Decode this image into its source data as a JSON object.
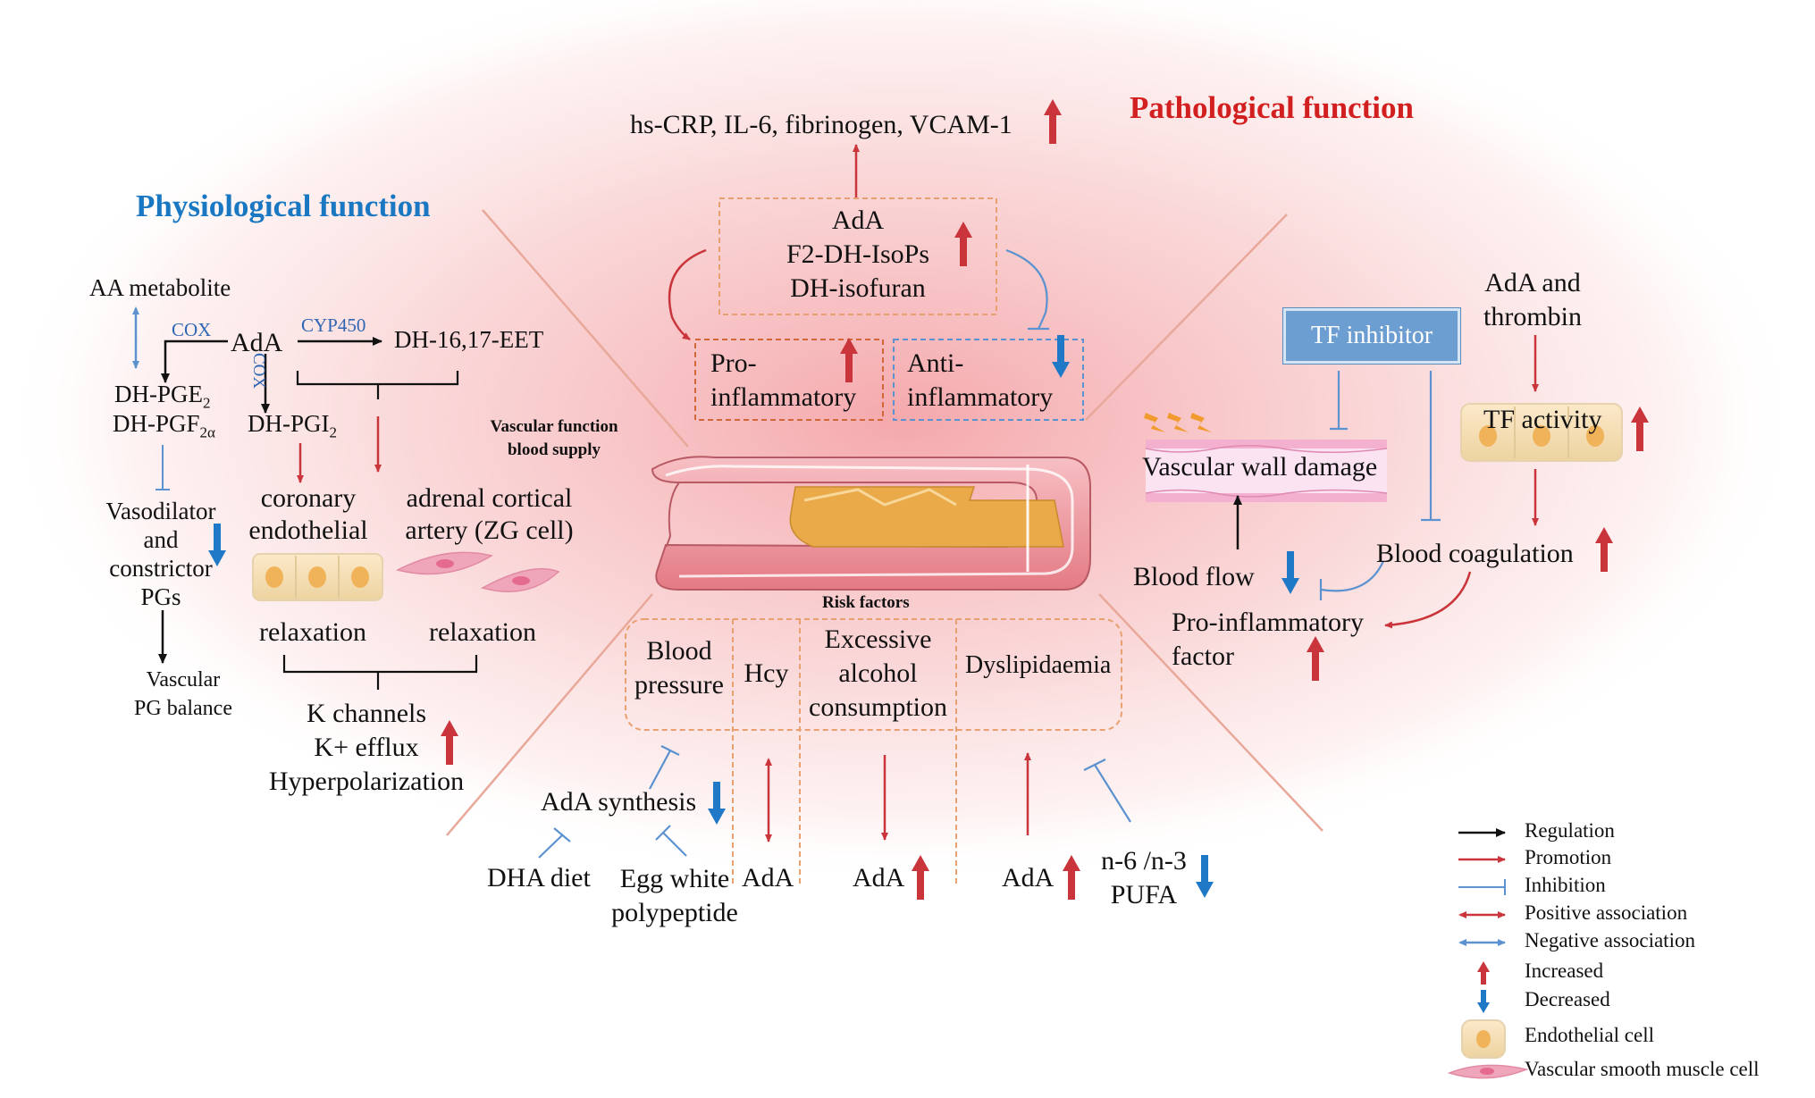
{
  "titles": {
    "physiological": "Physiological function",
    "pathological": "Pathological function"
  },
  "physiological": {
    "aa_metabolite": "AA metabolite",
    "cox_1": "COX",
    "ada": "AdA",
    "cyp450": "CYP450",
    "dh_eet": "DH-16,17-EET",
    "cox_2": "COX",
    "dh_pge2": "DH-PGE",
    "dh_pge2_sub": "2",
    "dh_pgf2a": "DH-PGF",
    "dh_pgf2a_sub": "2α",
    "dh_pgi2": "DH-PGI",
    "dh_pgi2_sub": "2",
    "vasodilator": [
      "Vasodilator",
      "and",
      "constrictor",
      "PGs"
    ],
    "vascular_pg_balance": [
      "Vascular",
      "PG balance"
    ],
    "coronary_endothelial": [
      "coronary",
      "endothelial"
    ],
    "adrenal_cortical": [
      "adrenal cortical",
      "artery (ZG cell)"
    ],
    "relaxation_1": "relaxation",
    "relaxation_2": "relaxation",
    "k_channels": "K channels",
    "k_efflux": "K+ efflux",
    "hyperpolarization": "Hyperpolarization",
    "vascular_function": [
      "Vascular function",
      "blood supply"
    ]
  },
  "center": {
    "markers": "hs-CRP, IL-6, fibrinogen, VCAM-1",
    "ada_box": [
      "AdA",
      "F2-DH-IsoPs",
      "DH-isofuran"
    ],
    "pro_inflammatory": [
      "Pro-",
      "inflammatory"
    ],
    "anti_inflammatory": [
      "Anti-",
      "inflammatory"
    ],
    "risk_factors": "Risk factors"
  },
  "risk_factors": {
    "blood_pressure": [
      "Blood",
      "pressure"
    ],
    "hcy": "Hcy",
    "alcohol": [
      "Excessive",
      "alcohol",
      "consumption"
    ],
    "dyslipidaemia": "Dyslipidaemia",
    "ada_synthesis": "AdA synthesis",
    "dha_diet": "DHA diet",
    "egg_white": [
      "Egg white",
      "polypeptide"
    ],
    "ada_hcy": "AdA",
    "ada_alcohol": "AdA",
    "ada_dys": "AdA",
    "pufa": [
      "n-6 /n-3",
      "PUFA"
    ]
  },
  "pathological": {
    "tf_inhibitor": "TF inhibitor",
    "ada_thrombin": [
      "AdA and",
      "thrombin"
    ],
    "tf_activity": "TF activity",
    "vascular_wall_damage": "Vascular wall damage",
    "blood_flow": "Blood flow",
    "blood_coagulation": "Blood coagulation",
    "pro_inflammatory_factor": [
      "Pro-inflammatory",
      "factor"
    ]
  },
  "legend": [
    {
      "label": "Regulation",
      "symbol": "black-arrow"
    },
    {
      "label": "Promotion",
      "symbol": "red-arrow"
    },
    {
      "label": "Inhibition",
      "symbol": "blue-inhibit"
    },
    {
      "label": "Positive association",
      "symbol": "red-double-arrow"
    },
    {
      "label": "Negative association",
      "symbol": "blue-double-arrow"
    },
    {
      "label": "Increased",
      "symbol": "red-up-arrow"
    },
    {
      "label": "Decreased",
      "symbol": "blue-down-arrow"
    },
    {
      "label": "Endothelial cell",
      "symbol": "endothelial-cell"
    },
    {
      "label": "Vascular smooth muscle cell",
      "symbol": "smooth-muscle-cell"
    }
  ],
  "colors": {
    "red": "#c9353a",
    "blue": "#1f79c6",
    "line_blue": "#5b92cf",
    "background_glow": "#f7b6b8",
    "physiological_title": "#1a78c2",
    "pathological_title": "#d21f1f"
  }
}
